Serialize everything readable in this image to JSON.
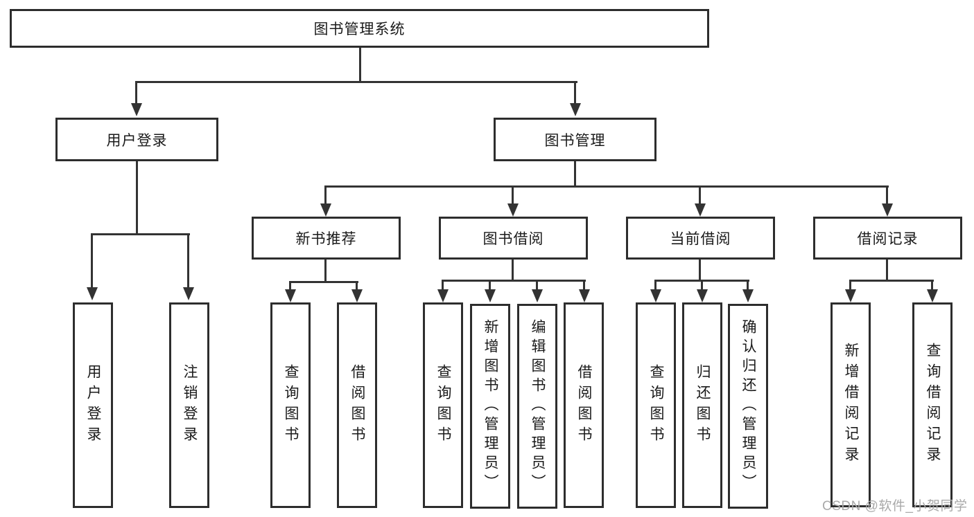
{
  "nodes": {
    "root": "图书管理系统",
    "user_login": "用户登录",
    "book_mgmt": "图书管理",
    "new_book_rec": "新书推荐",
    "book_borrow": "图书借阅",
    "current_borrow": "当前借阅",
    "borrow_record": "借阅记录",
    "leaf_user_login": "用户登录",
    "leaf_logout": "注销登录",
    "nb_query": "查询图书",
    "nb_borrow": "借阅图书",
    "bb_query": "查询图书",
    "bb_add": "新增图书（管理员）",
    "bb_edit": "编辑图书（管理员）",
    "bb_borrow": "借阅图书",
    "cb_query": "查询图书",
    "cb_return": "归还图书",
    "cb_confirm": "确认归还（管理员）",
    "br_add": "新增借阅记录",
    "br_query": "查询借阅记录"
  },
  "watermark": "CSDN @软件_小贺同学",
  "colors": {
    "line": "#333333",
    "box_border": "#2d2d2d",
    "text": "#1a1a1a",
    "watermark": "#a9a9a9",
    "background": "#ffffff"
  }
}
